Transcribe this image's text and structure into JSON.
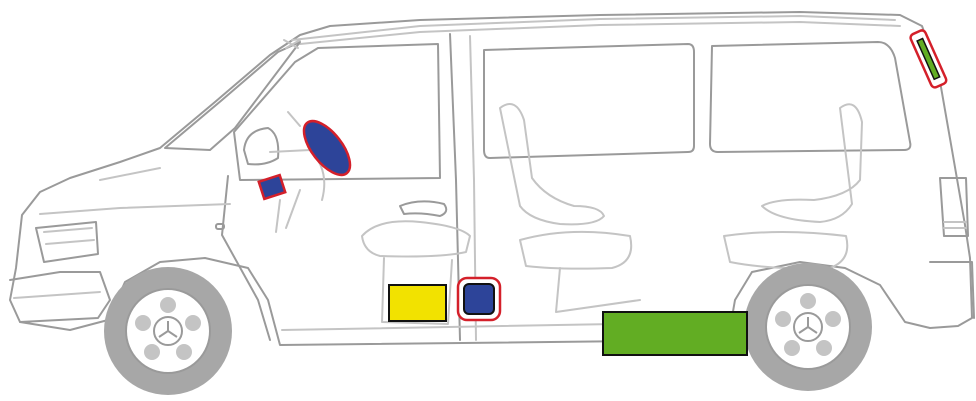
{
  "diagram": {
    "subject": "van-side-view",
    "colors": {
      "outline": "#9a9a9a",
      "outline_light": "#c4c4c4",
      "tire": "#a7a7a7",
      "rim": "#ffffff",
      "marker_red": "#d4202a",
      "marker_blue": "#2d4499",
      "marker_yellow": "#f2e200",
      "marker_green": "#62ad23",
      "marker_border": "#111111"
    },
    "markers": [
      {
        "id": "steering-wheel-marker",
        "shape": "ellipse",
        "color": "blue",
        "outlined_red": true
      },
      {
        "id": "dashboard-marker",
        "shape": "square-rotated",
        "color": "blue",
        "outlined_red": true
      },
      {
        "id": "rear-pillar-marker",
        "shape": "strip",
        "color": "green",
        "outlined_red": true
      },
      {
        "id": "door-sill-marker",
        "shape": "rounded-square",
        "color": "blue",
        "outlined_red": true
      },
      {
        "id": "seat-base-marker",
        "shape": "rectangle",
        "color": "yellow",
        "outlined_red": false
      },
      {
        "id": "underbody-marker",
        "shape": "rectangle",
        "color": "green",
        "outlined_red": false
      }
    ]
  }
}
